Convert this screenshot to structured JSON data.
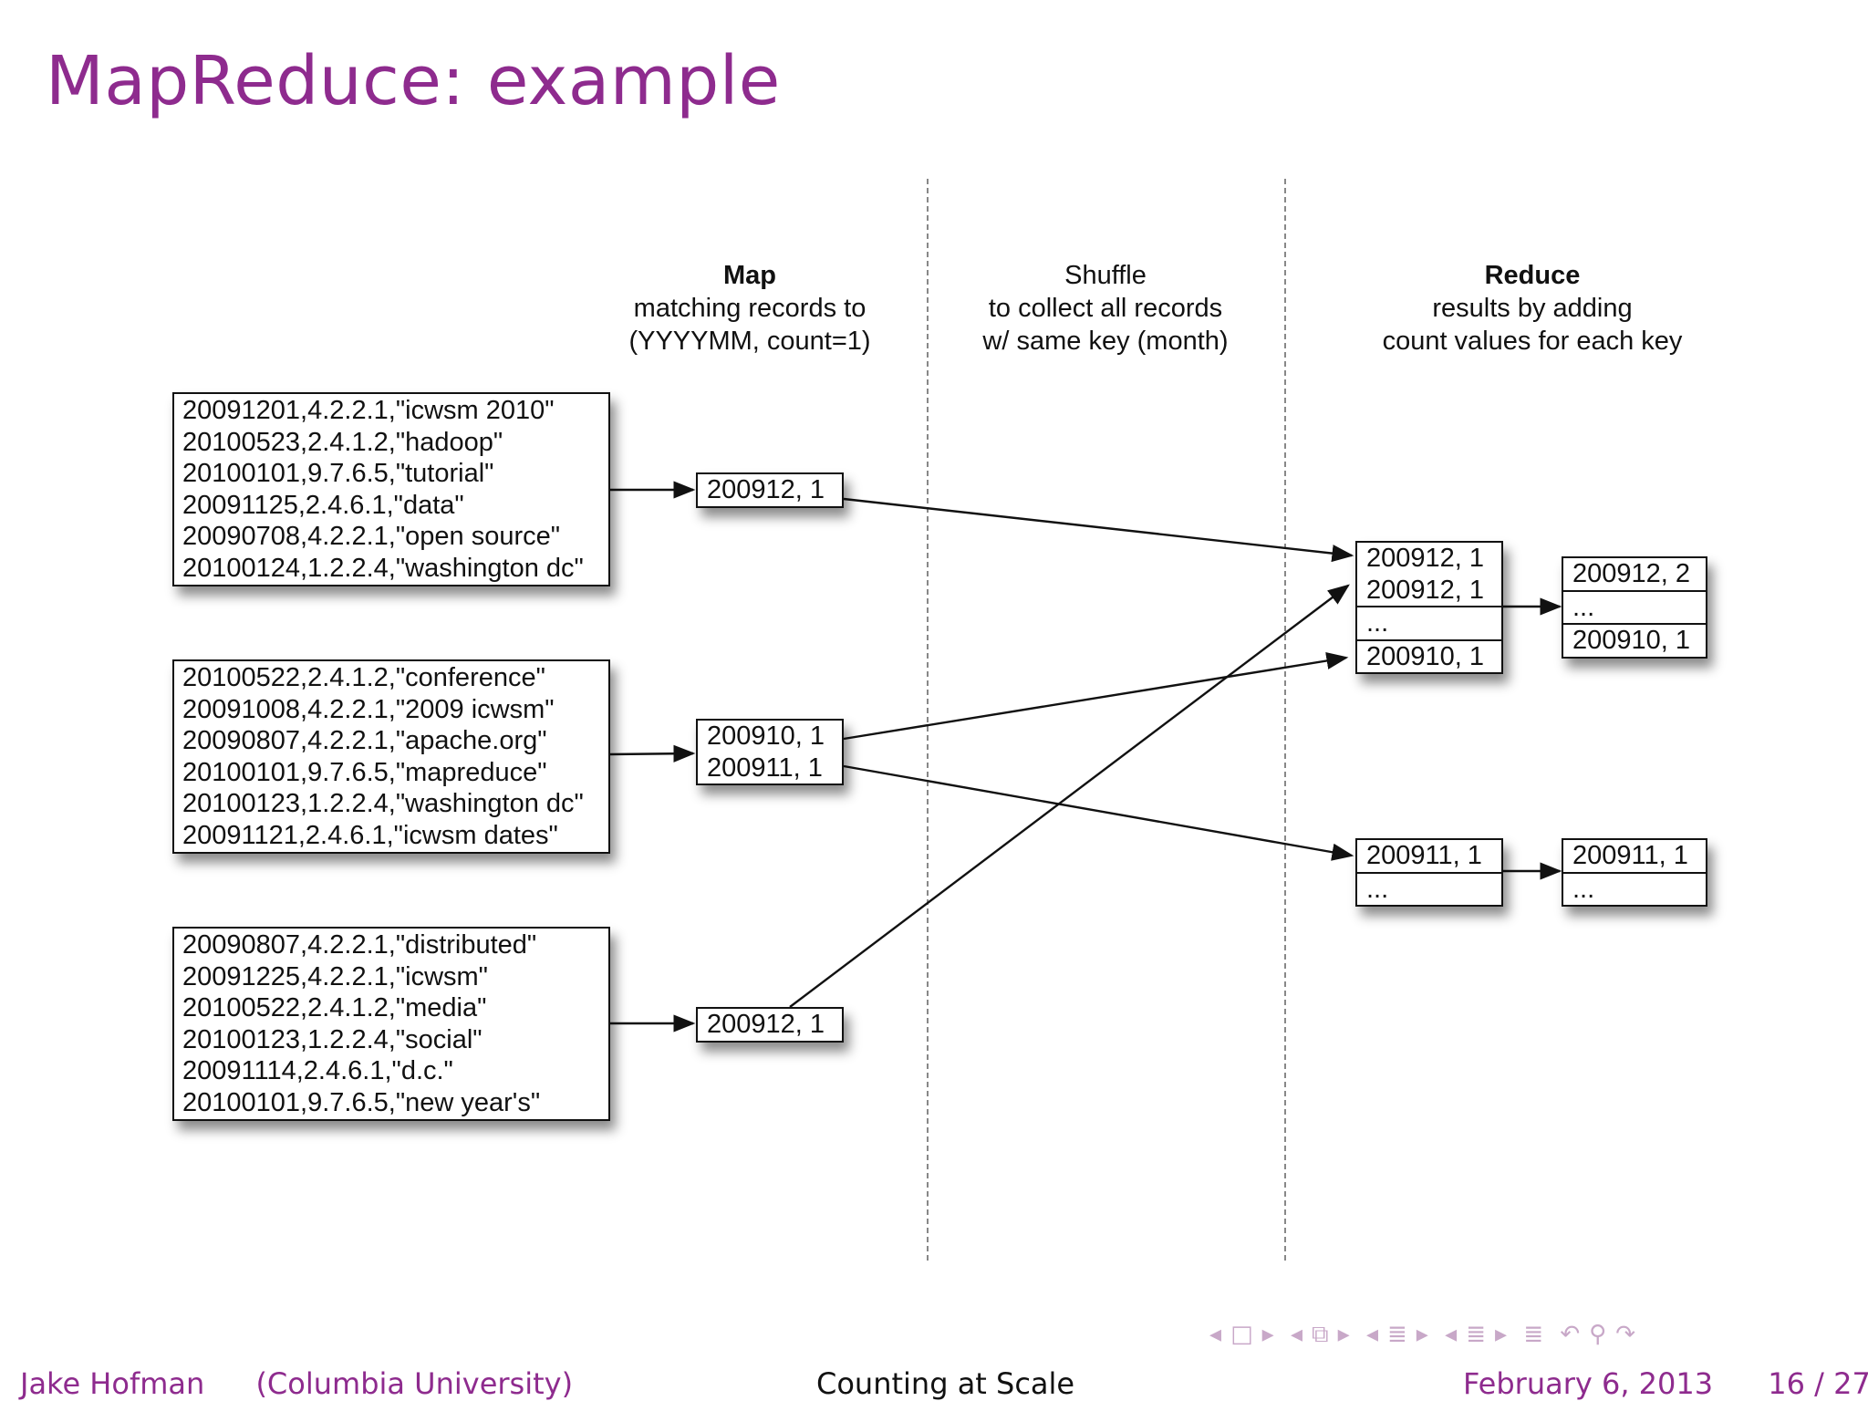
{
  "slide": {
    "title": "MapReduce: example"
  },
  "stages": {
    "map": {
      "name": "Map",
      "lines": [
        "matching records to",
        "(YYYYMM, count=1)"
      ]
    },
    "shuffle": {
      "name": "Shuffle",
      "lines": [
        "to collect all records",
        "w/ same key (month)"
      ]
    },
    "reduce": {
      "name": "Reduce",
      "lines": [
        "results by adding",
        "count values for each key"
      ]
    }
  },
  "input_blocks": [
    [
      "20091201,4.2.2.1,\"icwsm 2010\"",
      "20100523,2.4.1.2,\"hadoop\"",
      "20100101,9.7.6.5,\"tutorial\"",
      "20091125,2.4.6.1,\"data\"",
      "20090708,4.2.2.1,\"open source\"",
      "20100124,1.2.2.4,\"washington dc\""
    ],
    [
      "20100522,2.4.1.2,\"conference\"",
      "20091008,4.2.2.1,\"2009 icwsm\"",
      "20090807,4.2.2.1,\"apache.org\"",
      "20100101,9.7.6.5,\"mapreduce\"",
      "20100123,1.2.2.4,\"washington dc\"",
      "20091121,2.4.6.1,\"icwsm dates\""
    ],
    [
      "20090807,4.2.2.1,\"distributed\"",
      "20091225,4.2.2.1,\"icwsm\"",
      "20100522,2.4.1.2,\"media\"",
      "20100123,1.2.2.4,\"social\"",
      "20091114,2.4.6.1,\"d.c.\"",
      "20100101,9.7.6.5,\"new year's\""
    ]
  ],
  "map_outputs": [
    [
      "200912, 1"
    ],
    [
      "200910, 1",
      "200911, 1"
    ],
    [
      "200912, 1"
    ]
  ],
  "shuffle_groups": [
    {
      "lines": [
        "200912, 1",
        "200912, 1"
      ],
      "ellipsis": "...",
      "tail": "200910, 1"
    },
    {
      "lines": [
        "200911, 1"
      ],
      "ellipsis": "..."
    }
  ],
  "reduce_results": [
    {
      "lines": [
        "200912, 2"
      ],
      "ellipsis": "...",
      "tail": "200910, 1"
    },
    {
      "lines": [
        "200911, 1"
      ],
      "ellipsis": "..."
    }
  ],
  "footer": {
    "author": "Jake Hofman",
    "affiliation": "(Columbia University)",
    "talk_title": "Counting at Scale",
    "date": "February 6, 2013",
    "page": "16 / 27"
  },
  "colors": {
    "accent": "#8e2b8e",
    "footer_author": "#8e2b8e",
    "nav": "#c8a8c8"
  },
  "nav_icons": [
    "nav-prev-frame-icon",
    "nav-frame-icon",
    "nav-next-frame-icon",
    "nav-prev-subsection-icon",
    "nav-subsection-icon",
    "nav-next-subsection-icon",
    "nav-prev-section-icon",
    "nav-section-icon",
    "nav-next-section-icon",
    "nav-prev-slide-icon",
    "nav-slide-icon",
    "nav-next-slide-icon",
    "nav-toc-icon",
    "nav-back-icon",
    "nav-search-icon",
    "nav-forward-icon"
  ]
}
